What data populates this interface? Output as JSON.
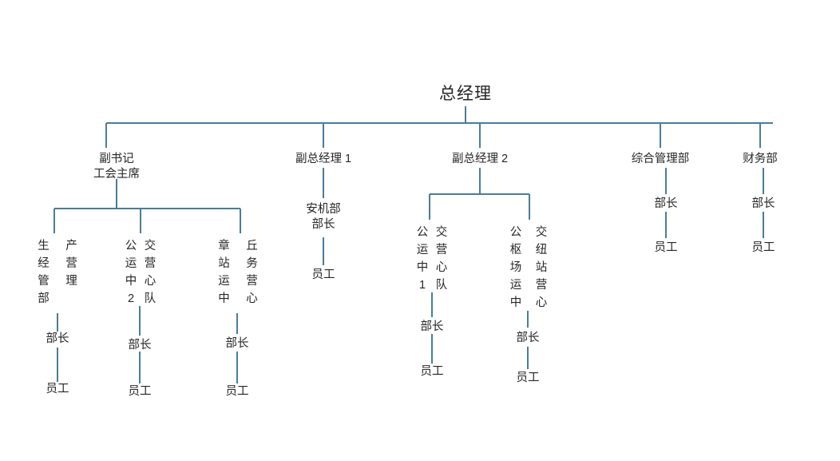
{
  "chart_data": {
    "type": "diagram",
    "diagram_kind": "organization-chart",
    "title": "",
    "orientation": "top-down",
    "line_color": "#4a7c98",
    "text_color": "#262626",
    "background": "#ffffff"
  },
  "root": {
    "label": "总经理"
  },
  "level2": {
    "deputy_secretary": {
      "line1": "副书记",
      "line2": "工会主席"
    },
    "deputy_gm_1": "副总经理 1",
    "deputy_gm_2": "副总经理 2",
    "general_admin": "综合管理部",
    "finance": "财务部"
  },
  "roles": {
    "director": "部长",
    "staff": "员工"
  },
  "vertical_nodes": {
    "production_ops": {
      "full": "生产经营管理部",
      "chars": [
        "生",
        "经",
        "管",
        "部",
        "产",
        "营",
        "理"
      ]
    },
    "bus_ops_team2": {
      "full": "公交运营中心2队",
      "chars": [
        "公",
        "交",
        "运",
        "营",
        "中",
        "心",
        "2",
        "队"
      ]
    },
    "zhangqiu_station": {
      "full": "章丘站务运营中心",
      "chars": [
        "章",
        "站",
        "运",
        "中",
        "丘",
        "务",
        "营",
        "心"
      ]
    },
    "bus_ops_team1": {
      "full": "公交运营中心1队",
      "chars": [
        "公",
        "交",
        "运",
        "营",
        "中",
        "心",
        "1",
        "队"
      ]
    },
    "bus_hub_station": {
      "full": "公交枢纽场站运营中心",
      "chars": [
        "公",
        "枢",
        "场",
        "运",
        "中",
        "交",
        "纽",
        "站",
        "营",
        "心"
      ]
    }
  },
  "branches": {
    "safety_machinery": {
      "label": "安机部",
      "director": "部长",
      "staff": "员工"
    },
    "production_ops": {
      "director": "部长",
      "staff": "员工"
    },
    "bus_ops_team2": {
      "director": "部长",
      "staff": "员工"
    },
    "zhangqiu_station": {
      "director": "部长",
      "staff": "员工"
    },
    "bus_ops_team1": {
      "director": "部长",
      "staff": "员工"
    },
    "bus_hub_station": {
      "director": "部长",
      "staff": "员工"
    },
    "general_admin": {
      "director": "部长",
      "staff": "员工"
    },
    "finance": {
      "director": "部长",
      "staff": "员工"
    }
  }
}
